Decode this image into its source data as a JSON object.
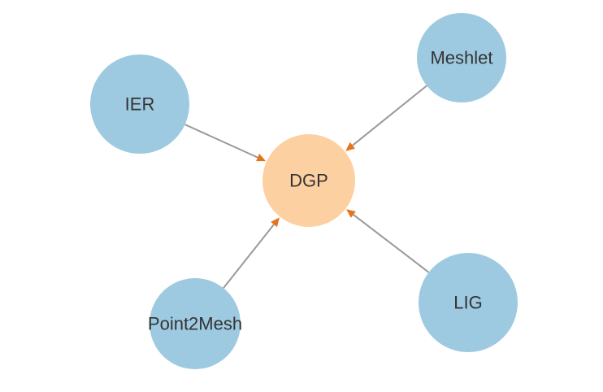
{
  "colors": {
    "source_node": "#9ecae1",
    "target_node": "#fdd0a2",
    "edge": "#999999",
    "arrow": "#e6731a",
    "label": "#333333"
  },
  "nodes": [
    {
      "id": "ier",
      "label": "IER",
      "role": "source"
    },
    {
      "id": "meshlet",
      "label": "Meshlet",
      "role": "source"
    },
    {
      "id": "dgp",
      "label": "DGP",
      "role": "target"
    },
    {
      "id": "point2mesh",
      "label": "Point2Mesh",
      "role": "source"
    },
    {
      "id": "lig",
      "label": "LIG",
      "role": "source"
    }
  ],
  "edges": [
    {
      "from": "ier",
      "to": "dgp"
    },
    {
      "from": "meshlet",
      "to": "dgp"
    },
    {
      "from": "point2mesh",
      "to": "dgp"
    },
    {
      "from": "lig",
      "to": "dgp"
    }
  ]
}
